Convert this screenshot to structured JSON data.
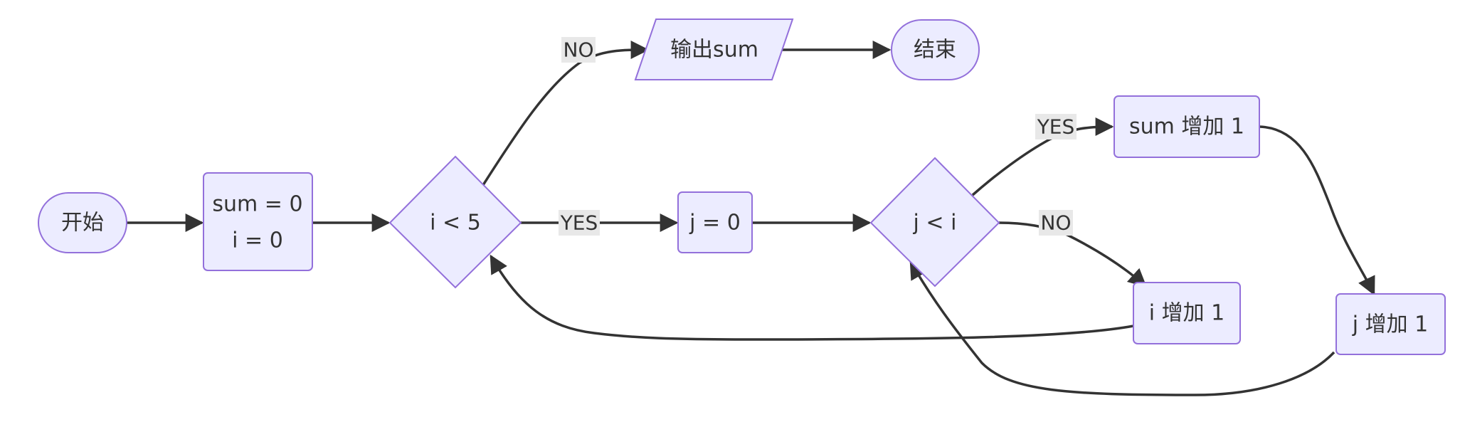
{
  "nodes": {
    "start": "开始",
    "init_sum": "sum = 0",
    "init_i": "i = 0",
    "cond_outer": "i < 5",
    "output": "输出sum",
    "end": "结束",
    "init_j": "j = 0",
    "cond_inner": "j < i",
    "sum_inc": "sum 增加 1",
    "i_inc": "i 增加 1",
    "j_inc": "j 增加 1"
  },
  "edge_labels": {
    "outer_no": "NO",
    "outer_yes": "YES",
    "inner_yes": "YES",
    "inner_no": "NO"
  },
  "colors": {
    "node_fill": "#ECECFF",
    "node_stroke": "#9370DB",
    "edge": "#333333",
    "label_bg": "#e8e8e8"
  }
}
